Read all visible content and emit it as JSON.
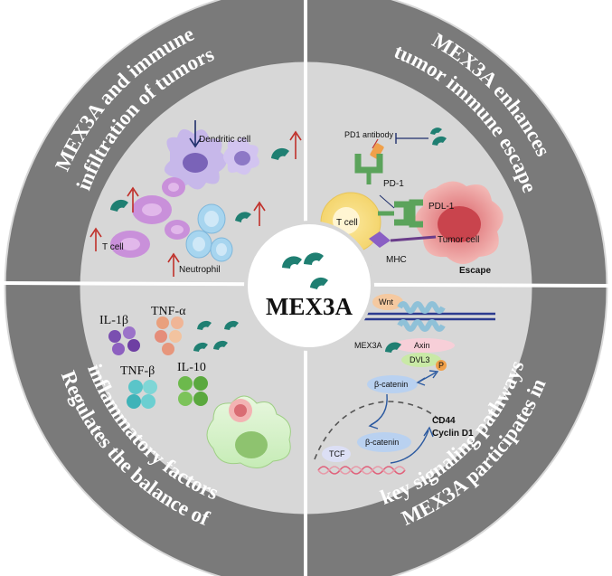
{
  "center": {
    "title": "MEX3A"
  },
  "quadrants": {
    "top_left": {
      "title_line1": "MEX3A and immune",
      "title_line2": "infiltration of tumors",
      "labels": {
        "dendritic_cell": "Dendritic cell",
        "t_cell": "T cell",
        "neutrophil": "Neutrophil"
      }
    },
    "top_right": {
      "title_line1": "MEX3A enhances",
      "title_line2": "tumor immune escape",
      "labels": {
        "pd1_antibody": "PD1 antibody",
        "pd1": "PD-1",
        "pdl1": "PDL-1",
        "t_cell": "T cell",
        "tumor_cell": "Tumor cell",
        "mhc": "MHC",
        "escape": "Escape"
      }
    },
    "bottom_left": {
      "title_line1": "Regulates the balance of",
      "title_line2": "inflammatory factors",
      "labels": {
        "il1b": "IL-1β",
        "tnfa": "TNF-α",
        "tnfb": "TNF-β",
        "il10": "IL-10"
      }
    },
    "bottom_right": {
      "title_line1": "MEX3A participates in",
      "title_line2": "key signaling pathways",
      "labels": {
        "wnt": "Wnt",
        "axin": "Axin",
        "dvl3": "DVL3",
        "p": "P",
        "mex3a": "MEX3A",
        "bcatenin1": "β-catenin",
        "bcatenin2": "β-catenin",
        "tcf": "TCF",
        "cd44": "CD44",
        "cyclin": "Cyclin D1"
      }
    }
  },
  "colors": {
    "ring": "#777777",
    "inner": "#d6d6d6",
    "mex3a": "#1f7f72",
    "arrow_red": "#c0302a",
    "arrow_navy": "#1f2f6b"
  }
}
